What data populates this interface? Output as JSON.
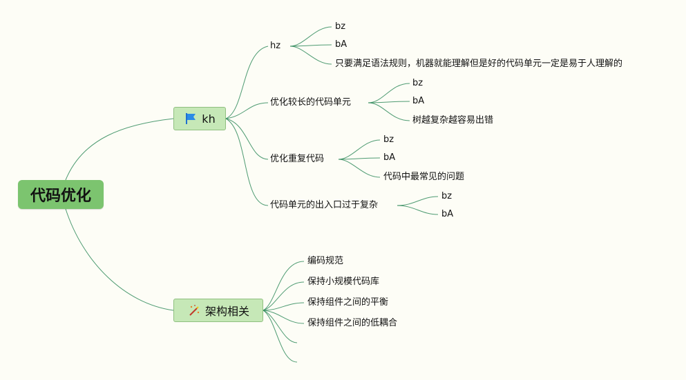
{
  "root": {
    "label": "代码优化"
  },
  "branches": [
    {
      "label": "kh",
      "icon": "blue-flag-icon",
      "children": [
        {
          "label": "hz",
          "children": [
            "bz",
            "bA",
            "只要满足语法规则，机器就能理解但是好的代码单元一定是易于人理解的"
          ]
        },
        {
          "label": "优化较长的代码单元",
          "children": [
            "bz",
            "bA",
            "树越复杂越容易出错"
          ]
        },
        {
          "label": "优化重复代码",
          "children": [
            "bz",
            "bA",
            "代码中最常见的问题"
          ]
        },
        {
          "label": "代码单元的出入口过于复杂",
          "children": [
            "bz",
            "bA"
          ]
        }
      ]
    },
    {
      "label": "架构相关",
      "icon": "magic-wand-icon",
      "children": [
        {
          "label": "编码规范"
        },
        {
          "label": "保持小规模代码库"
        },
        {
          "label": "保持组件之间的平衡"
        },
        {
          "label": "保持组件之间的低耦合"
        },
        {
          "label": ""
        },
        {
          "label": ""
        }
      ]
    }
  ],
  "colors": {
    "link": "#2f8a5a",
    "root_fill": "#7cc46f",
    "topic_fill": "#c6e8b7",
    "background": "#fdfdf6"
  }
}
